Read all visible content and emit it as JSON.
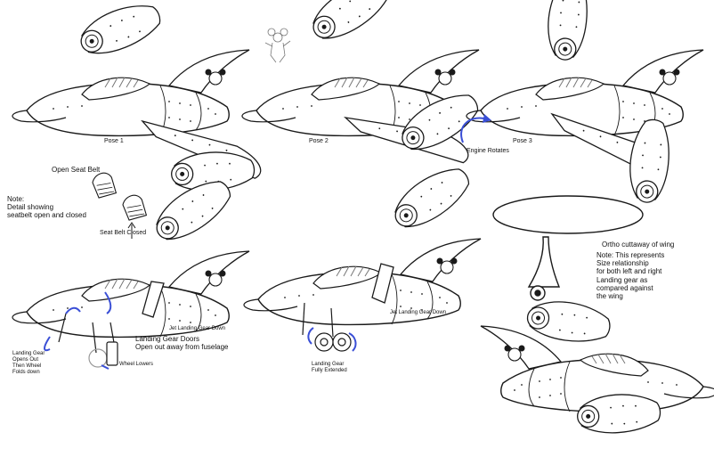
{
  "sheet": {
    "poses": [
      {
        "label": "Pose 1"
      },
      {
        "label": "Pose 2"
      },
      {
        "label": "Pose 3"
      }
    ],
    "engine_rotates": "Engine Rotates",
    "seat_note": {
      "open_label": "Open Seat Belt",
      "closed_label": "Seat Belt Closed",
      "note_lines": [
        "Note:",
        "Detail showing",
        "seatbelt open and closed"
      ]
    },
    "landing_gear": {
      "jet_gear_down_1": "Jet  Landing Gear Down",
      "doors_lines": [
        "Landing Gear Doors",
        "Open out away from fuselage"
      ],
      "opens_out_lines": [
        "Landing Gear",
        "Opens Out",
        "Then Wheel",
        "Folds down"
      ],
      "wheel_lowers": "Wheel Lowers",
      "jet_gear_down_2": "Jet  Landing Gear Down",
      "fully_extended_lines": [
        "Landing Gear",
        "Fully Extended"
      ]
    },
    "wing_note": {
      "title": "Ortho cuttaway of wing",
      "lines": [
        "Note: This represents",
        "Size relationship",
        "for both left and right",
        "Landing gear as",
        "compared against",
        "the wing"
      ]
    },
    "colors": {
      "line": "#1a1a1a",
      "arrow_blue": "#3a4fd6",
      "fill": "#ffffff",
      "cockpit_grey": "#bdbdbd"
    }
  }
}
